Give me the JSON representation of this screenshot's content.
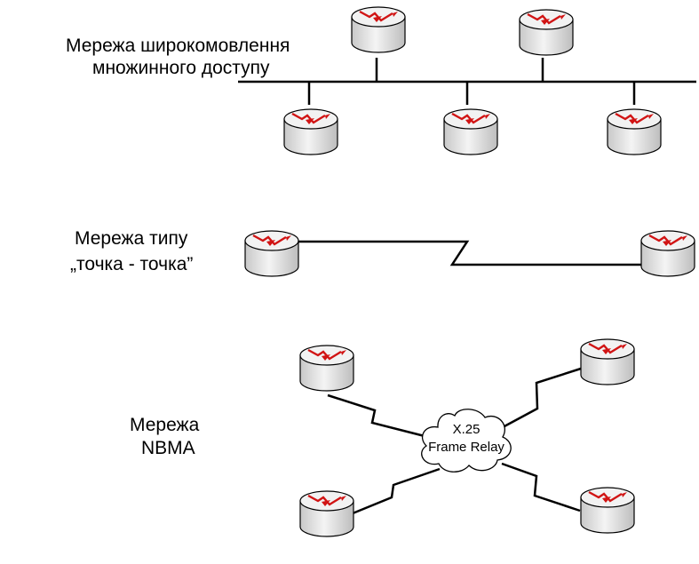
{
  "labels": {
    "broadcast_line1": "Мережа широкомовлення",
    "broadcast_line2": "множинного доступу",
    "p2p_line1": "Мережа типу",
    "p2p_line2": "„точка - точка”",
    "nbma_line1": "Мережа",
    "nbma_line2": "NBMA"
  },
  "cloud": {
    "line1": "X.25",
    "line2": "Frame Relay"
  },
  "colors": {
    "router_body": "#e6e6e6",
    "router_arrow": "#d11414",
    "line": "#000000"
  },
  "icons": [
    "router-icon",
    "cloud-icon"
  ]
}
